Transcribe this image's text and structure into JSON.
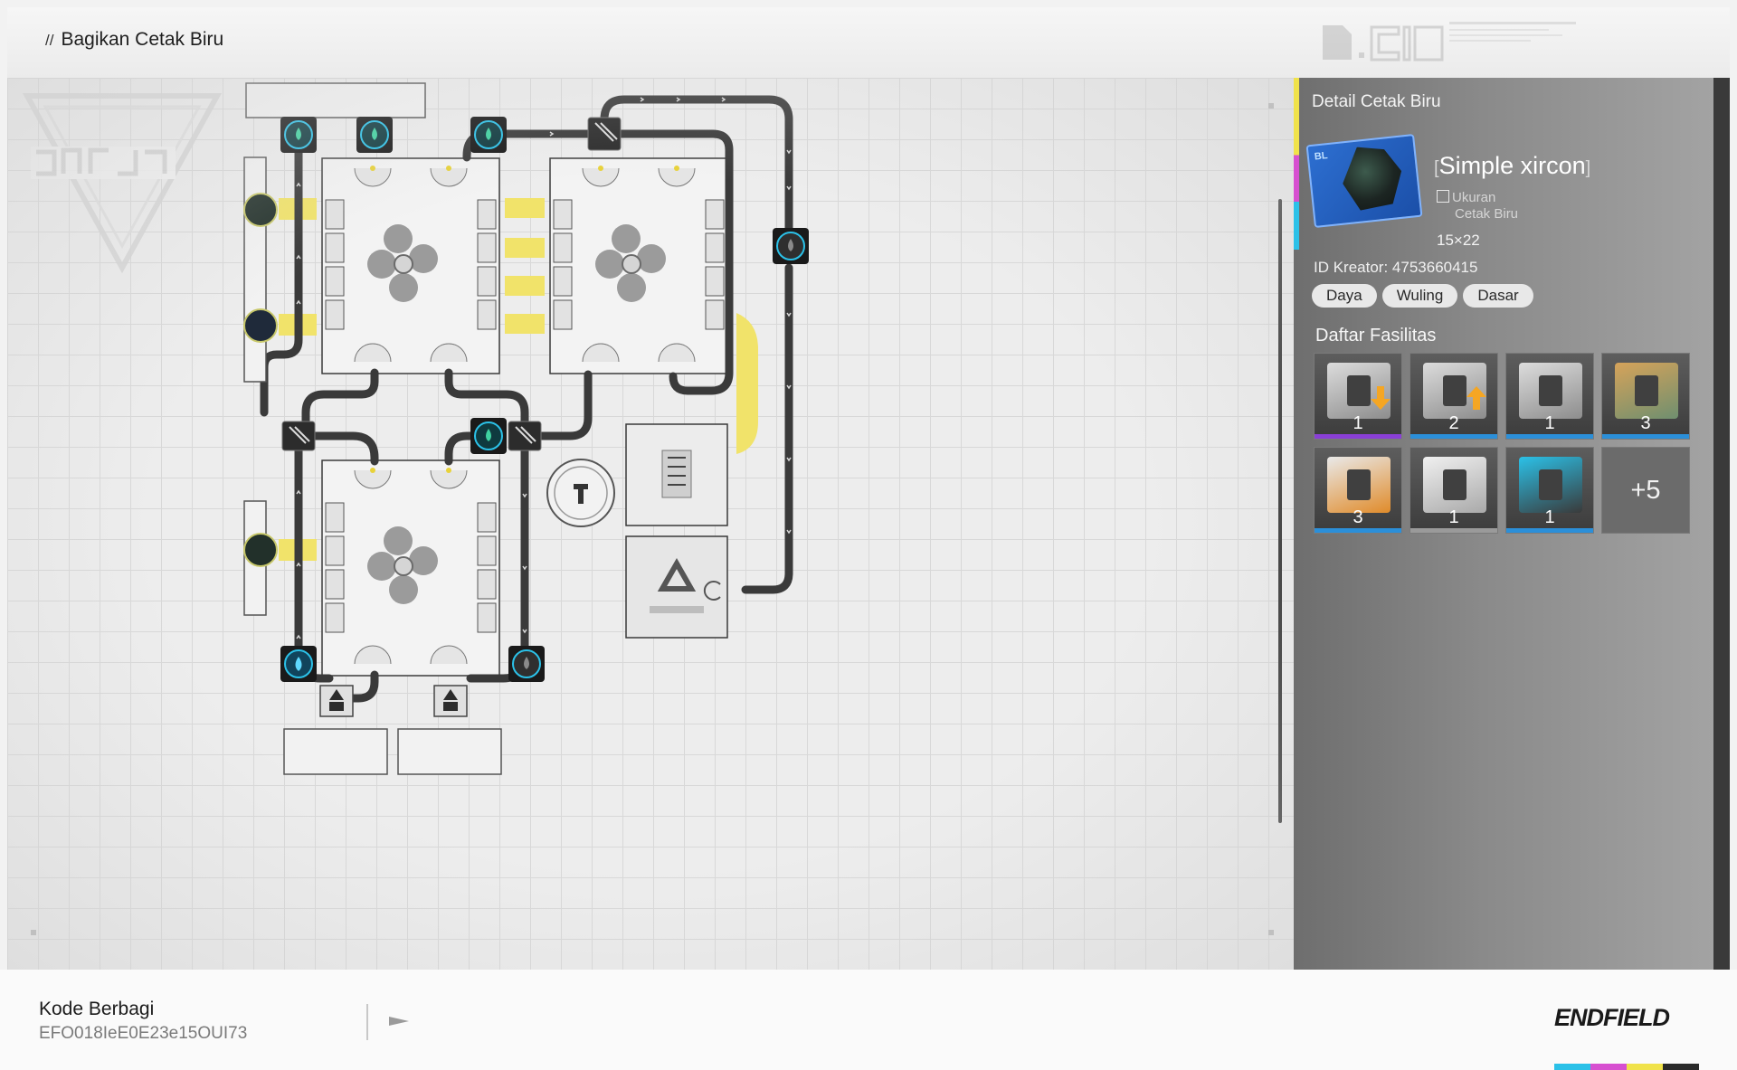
{
  "header": {
    "title_prefix": "//",
    "title": "Bagikan Cetak Biru"
  },
  "panel": {
    "title": "Detail Cetak Biru",
    "thumbnail_tag": "BL",
    "blueprint_name": "Simple xircon",
    "size_label_line1": "Ukuran",
    "size_label_line2": "Cetak Biru",
    "size_value": "15×22",
    "creator_id": "ID Kreator: 4753660415",
    "tags": [
      "Daya",
      "Wuling",
      "Dasar"
    ],
    "facilities_title": "Daftar Fasilitas",
    "facilities": [
      {
        "icon": "unloader-arrow-down-icon",
        "count": "1",
        "rarity_color": "#8a3fd6"
      },
      {
        "icon": "loader-arrow-up-icon",
        "count": "2",
        "rarity_color": "#2b8fd9"
      },
      {
        "icon": "refinery-machine-icon",
        "count": "1",
        "rarity_color": "#2b8fd9"
      },
      {
        "icon": "storage-battery-icon",
        "count": "3",
        "rarity_color": "#2b8fd9"
      },
      {
        "icon": "processor-orange-icon",
        "count": "3",
        "rarity_color": "#2b8fd9"
      },
      {
        "icon": "depot-box-icon",
        "count": "1",
        "rarity_color": "#9a9a9a"
      },
      {
        "icon": "relay-tower-icon",
        "count": "1",
        "rarity_color": "#2b8fd9"
      }
    ],
    "more_label": "+5"
  },
  "footer": {
    "share_code_label": "Kode Berbagi",
    "share_code_value": "EFO018IeE0E23e15OUI73",
    "brand": "ENDFIELD",
    "brand_stripe_colors": [
      "#2bc1e8",
      "#d74fd0",
      "#f0e24a",
      "#2a2a2a"
    ]
  },
  "colors": {
    "conveyor": "#3a3a3a",
    "port_yellow": "#f1e36a",
    "accent_cyan": "#2bc1e8",
    "accent_magenta": "#d74fd0",
    "accent_yellow": "#f0e24a"
  }
}
